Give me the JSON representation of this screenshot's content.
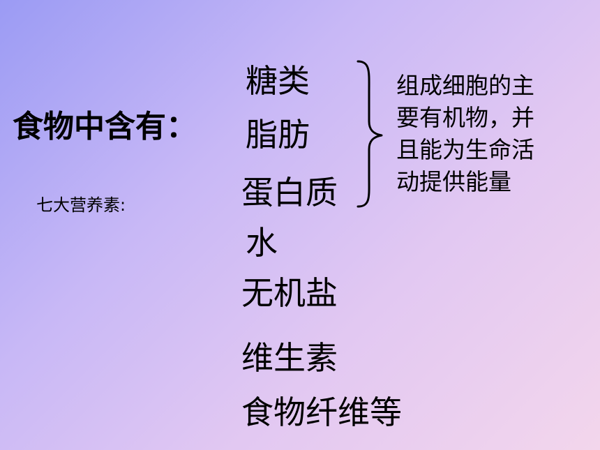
{
  "slide": {
    "heading": "食物中含有：",
    "subheading": "七大营养素:",
    "nutrients": [
      "糖类",
      "脂肪",
      "蛋白质",
      "水",
      "无机盐",
      "维生素",
      "食物纤维等"
    ],
    "note_lines": [
      "组成细胞的主",
      "要有机物，并",
      "且能为生命活",
      "动提供能量"
    ]
  }
}
